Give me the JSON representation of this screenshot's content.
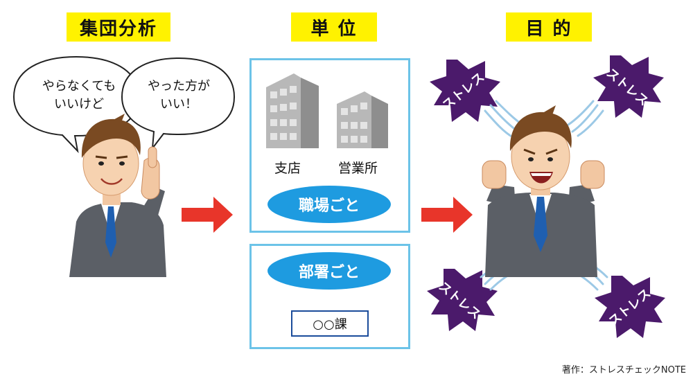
{
  "headings": {
    "left": "集団分析",
    "middle": "単 位",
    "right": "目 的"
  },
  "bubbles": {
    "left_line1": "やらなくても",
    "left_line2": "いいけど",
    "right_line1": "やった方が",
    "right_line2": "いい！"
  },
  "unit_panel": {
    "building1_label": "支店",
    "building2_label": "営業所",
    "pill_workplace": "職場ごと",
    "pill_department": "部署ごと",
    "section_box": "○○課"
  },
  "stress_label": "ストレス",
  "credit": "著作：ストレスチェックNOTE",
  "colors": {
    "heading_bg": "#fff200",
    "panel_border": "#6cc3e8",
    "pill": "#1e9be0",
    "arrow": "#e8352a",
    "stress_burst": "#4b1a6b"
  }
}
